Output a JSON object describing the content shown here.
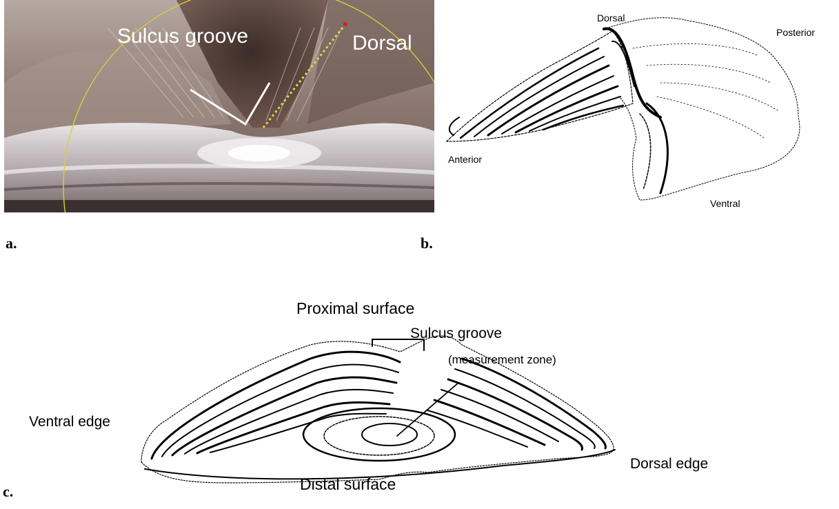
{
  "panels": {
    "a": {
      "label": "a.",
      "sulcus_label": "Sulcus groove",
      "dorsal_label": "Dorsal"
    },
    "b": {
      "label": "b.",
      "dorsal": "Dorsal",
      "posterior": "Posterior",
      "anterior": "Anterior",
      "ventral": "Ventral"
    },
    "c": {
      "label": "c.",
      "proximal": "Proximal surface",
      "sulcus": "Sulcus groove",
      "measurement": "(measurement zone)",
      "ventral_edge": "Ventral edge",
      "dorsal_edge": "Dorsal edge",
      "distal": "Distal surface"
    }
  },
  "colors": {
    "photo_dark": "#3a2a24",
    "photo_mid": "#8c7a72",
    "photo_light": "#d9d2d0",
    "circle_yellow": "#d8cf3a",
    "dotted_yellow": "#e0d84a",
    "ink": "#000000"
  }
}
